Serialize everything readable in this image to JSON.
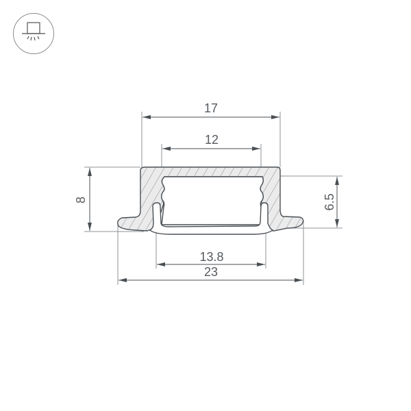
{
  "badge": {
    "icon": "surface-mount-light-icon"
  },
  "profile": {
    "name": "recessed-led-profile-cross-section",
    "fill_color": "#ebebeb",
    "stroke_color": "#4a4f54",
    "diffuser_stroke": "#4a4f54"
  },
  "dimensions": {
    "outer_top_width": "17",
    "inner_top_width": "12",
    "total_height": "8",
    "body_height": "6.5",
    "diffuser_width": "13.8",
    "flange_width": "23"
  },
  "colors": {
    "dimension_line": "#8c9094",
    "arrow": "#4a4f54",
    "text": "#555a5f"
  }
}
